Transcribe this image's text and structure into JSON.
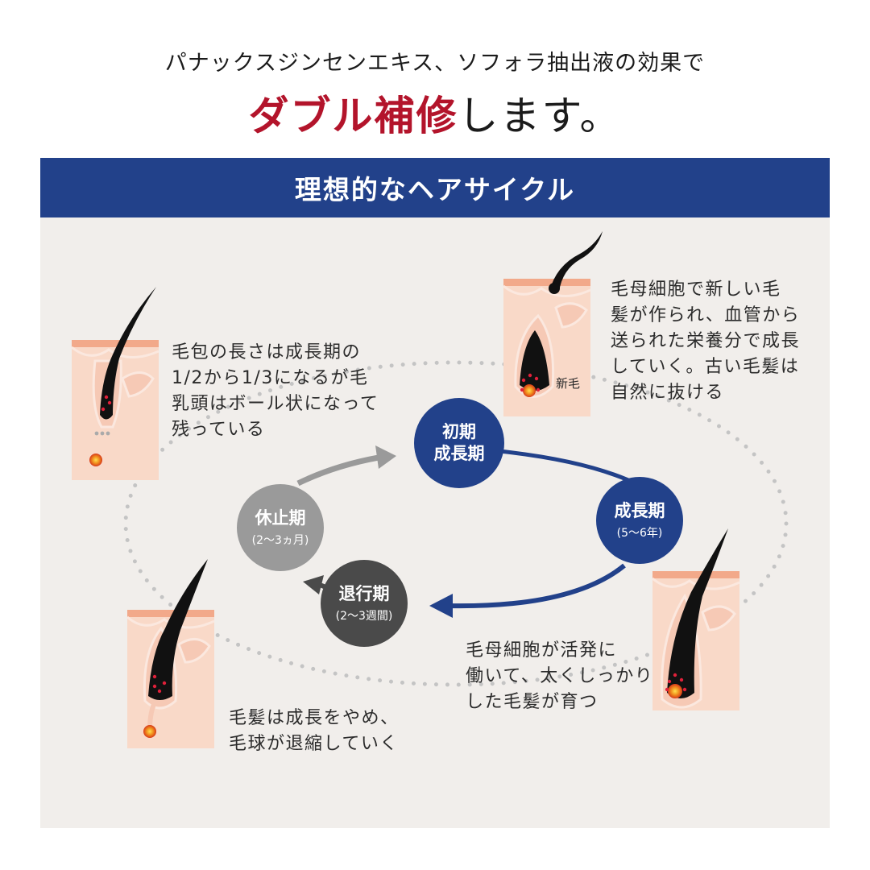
{
  "header": {
    "line1": "パナックスジンセンエキス、ソフォラ抽出液の効果で",
    "line2_accent": "ダブル補修",
    "line2_rest": "します。"
  },
  "banner": {
    "title": "理想的なヘアサイクル"
  },
  "phases": {
    "early_growth": {
      "name": "初期\n成長期",
      "color": "#22418a"
    },
    "growth": {
      "name": "成長期",
      "duration": "(5〜6年)",
      "color": "#22418a"
    },
    "regression": {
      "name": "退行期",
      "duration": "(2〜3週間)",
      "color": "#4a4a4a"
    },
    "rest": {
      "name": "休止期",
      "duration": "(2〜3ヵ月)",
      "color": "#9a9a9a"
    }
  },
  "descriptions": {
    "early_growth": "毛母細胞で新しい毛\n髪が作られ、血管から\n送られた栄養分で成長\nしていく。古い毛髪は\n自然に抜ける",
    "growth": "毛母細胞が活発に\n働いて、太くしっかり\nした毛髪が育つ",
    "regression": "毛髪は成長をやめ、\n毛球が退縮していく",
    "rest": "毛包の長さは成長期の\n1/2から1/3になるが毛\n乳頭はボール状になって\n残っている"
  },
  "labels": {
    "new_hair": "新毛"
  },
  "colors": {
    "navy": "#22418a",
    "accent_red": "#b3142b",
    "panel_bg": "#f1eeeb",
    "skin": "#f9d9c8",
    "skin_top": "#f2a98a"
  }
}
